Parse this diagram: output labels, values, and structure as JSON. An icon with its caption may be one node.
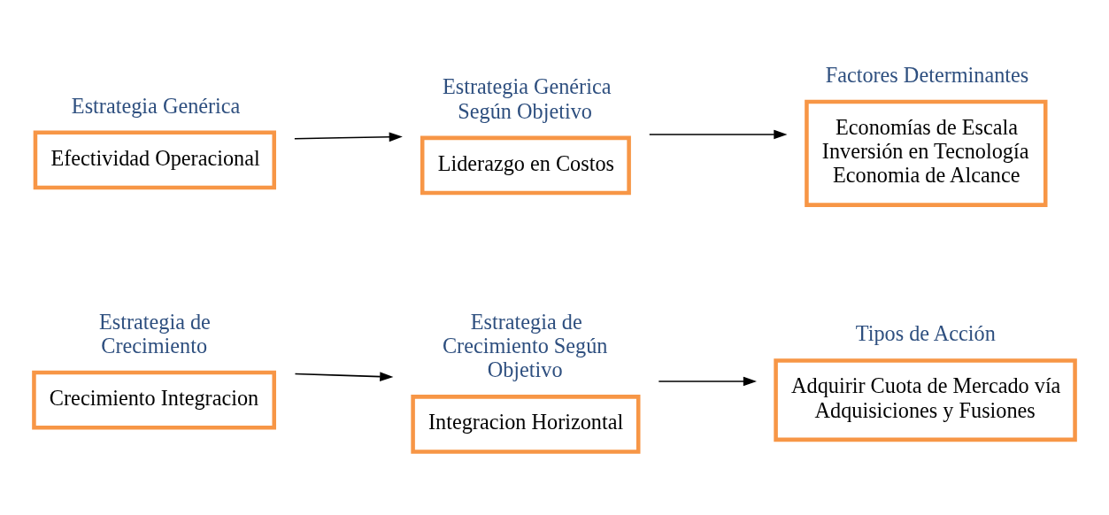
{
  "diagram": {
    "nodes": [
      {
        "text": [
          "Estrategia Genérica",
          "Efectividad Operacional"
        ]
      },
      {
        "text": [
          "Estrategia Genérica Según Objetivo",
          "Liderazgo en Costos"
        ]
      },
      {
        "text": [
          "Factores Determinantes",
          "Economías de Escala",
          "Inversión en Tecnología",
          "Economia de Alcance"
        ]
      },
      {
        "text": [
          "Estrategia de Crecimiento",
          "Crecimiento Integracion"
        ]
      },
      {
        "text": [
          "Estrategia de Crecimiento Según Objetivo",
          "Integracion Horizontal"
        ]
      },
      {
        "text": [
          "Tipos de Acción",
          "Adquirir Cuota de Mercado vía Adquisiciones y Fusiones"
        ]
      }
    ],
    "edges": [
      {
        "from": 0,
        "to": 1,
        "arrow": "to"
      },
      {
        "from": 1,
        "to": 2,
        "arrow": "to"
      },
      {
        "from": 3,
        "to": 4,
        "arrow": "to"
      },
      {
        "from": 4,
        "to": 5,
        "arrow": "to"
      }
    ]
  }
}
